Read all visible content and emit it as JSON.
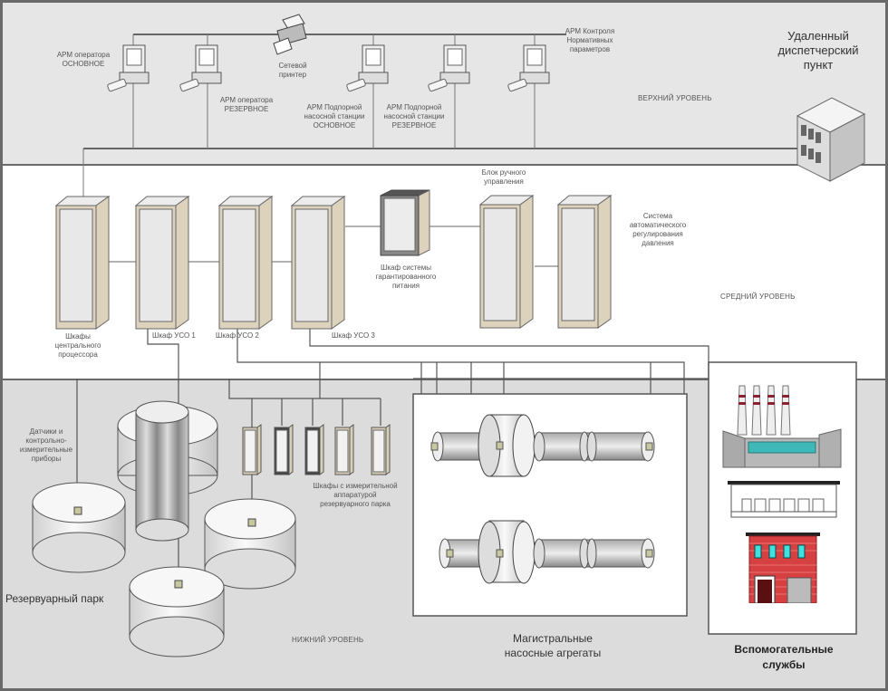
{
  "levels": {
    "top": "ВЕРХНИЙ УРОВЕНЬ",
    "middle": "СРЕДНИЙ УРОВЕНЬ",
    "bottom": "НИЖНИЙ УРОВЕНЬ"
  },
  "top_level": {
    "workstations": [
      {
        "label": "АРМ оператора ОСНОВНОЕ"
      },
      {
        "label": "АРМ оператора РЕЗЕРВНОЕ"
      },
      {
        "label": "АРМ Подпорной насосной станции ОСНОВНОЕ"
      },
      {
        "label": "АРМ Подпорной насосной станции РЕЗЕРВНОЕ"
      },
      {
        "label": "АРМ Контроля Нормативных параметров"
      }
    ],
    "printer": "Сетевой принтер",
    "remote_center": "Удаленный диспетчерский пункт"
  },
  "middle_level": {
    "cabinets": {
      "cpu": "Шкафы центрального процессора",
      "uso1": "Шкаф УСО 1",
      "uso2": "Шкаф УСО 2",
      "uso3": "Шкаф УСО 3",
      "ups": "Шкаф системы гарантированного питания",
      "manual": "Блок ручного управления",
      "pressure": "Система автоматического регулирования давления"
    }
  },
  "bottom_level": {
    "sensors": "Датчики и контрольно-измерительные приборы",
    "tank_farm": "Резервуарный парк",
    "tank_cabinets": "Шкафы с измерительной аппаратурой резервуарного парка",
    "pumps": "Магистральные насосные агрегаты",
    "aux": "Вспомогательные службы"
  },
  "colors": {
    "band_top": "#e6e6e6",
    "band_mid": "#ffffff",
    "band_bottom": "#dcdcdc",
    "cabinet_side": "#ddd3bd",
    "factory_accent": "#3fb8b8",
    "building_red": "#d64040"
  }
}
